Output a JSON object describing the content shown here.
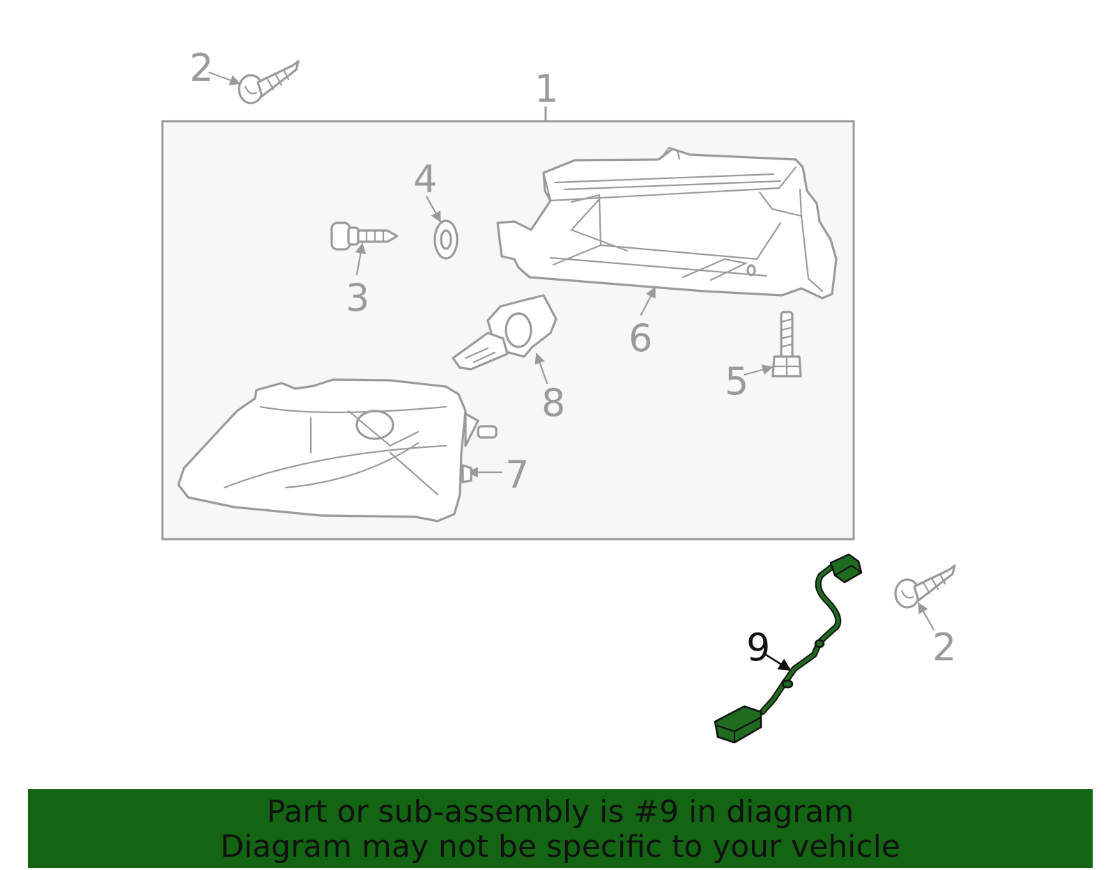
{
  "diagram": {
    "callouts": [
      "1",
      "2",
      "2",
      "3",
      "4",
      "5",
      "6",
      "7",
      "8",
      "9"
    ],
    "highlight_callout": "9",
    "colors": {
      "part_stroke": "#9a9a9a",
      "highlight_fill": "#1f6b1f",
      "banner_bg": "#136413",
      "box_bg": "#f7f7f7"
    }
  },
  "banner": {
    "line1": "Part or sub-assembly is #9 in diagram",
    "line2": "Diagram may not be specific to your vehicle"
  }
}
